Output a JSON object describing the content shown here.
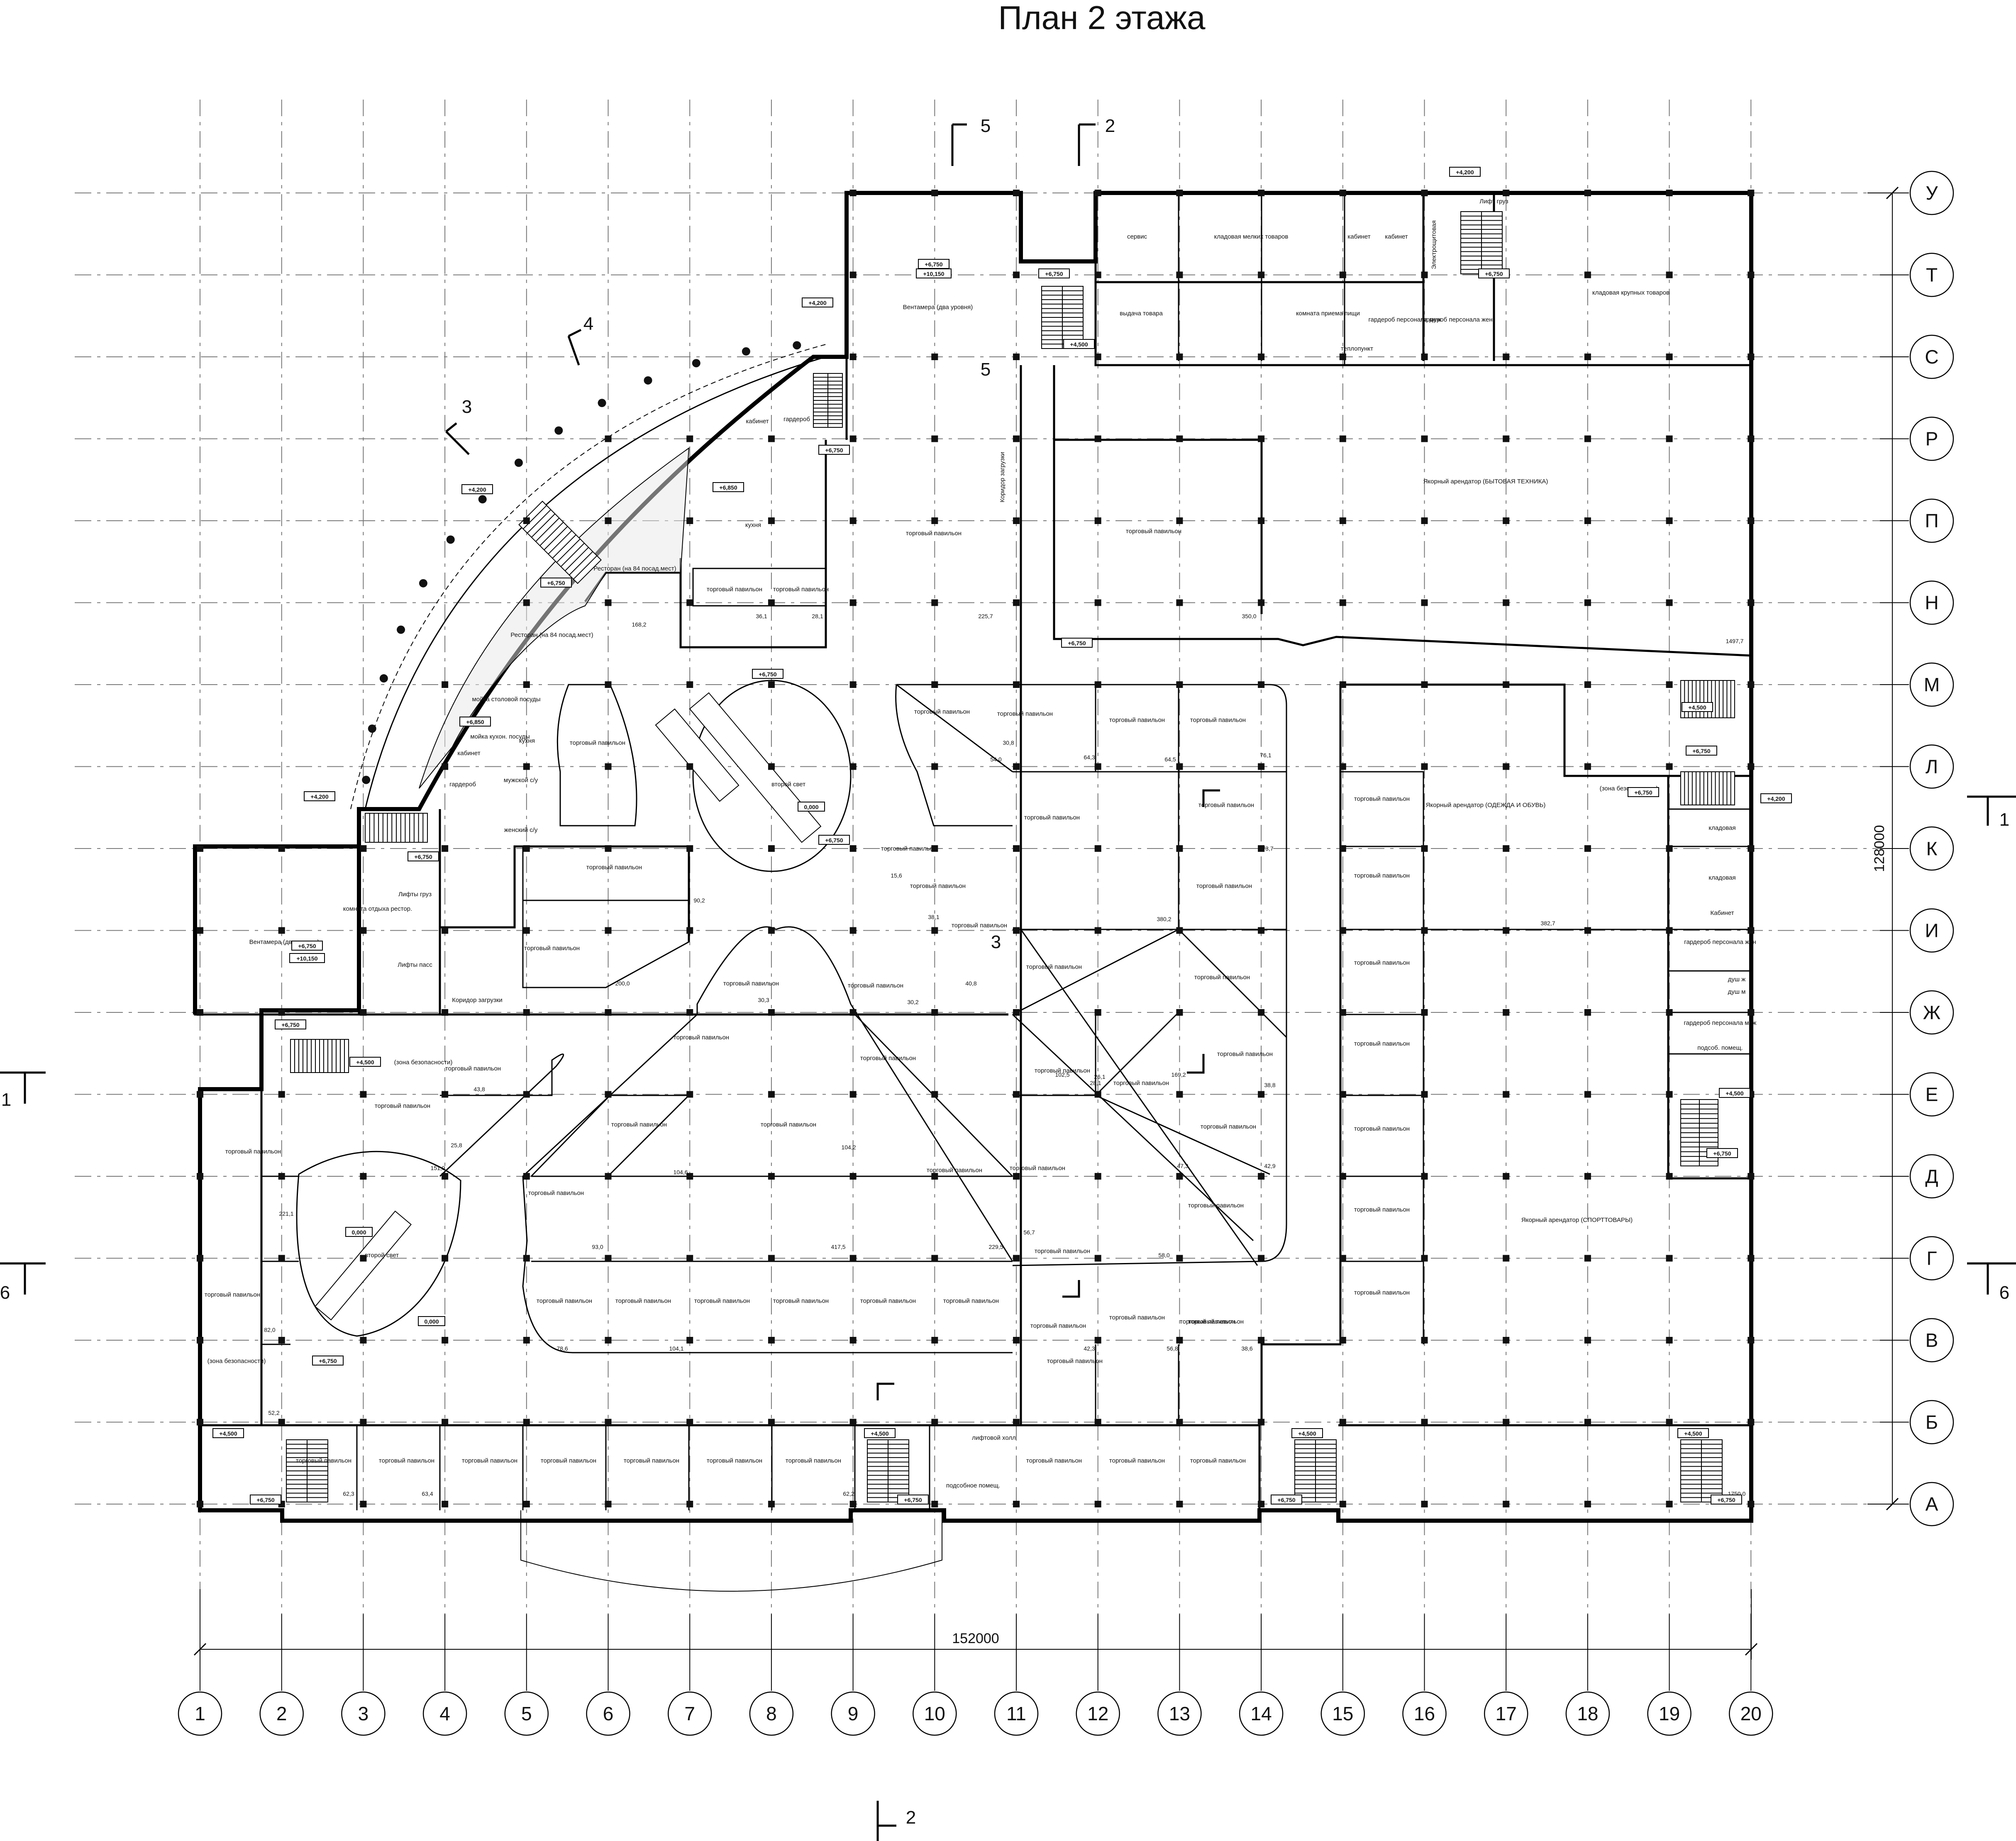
{
  "title": "План 2 этажа",
  "grid": {
    "columns": [
      "1",
      "2",
      "3",
      "4",
      "5",
      "6",
      "7",
      "8",
      "9",
      "10",
      "11",
      "12",
      "13",
      "14",
      "15",
      "16",
      "17",
      "18",
      "19",
      "20"
    ],
    "rows": [
      "У",
      "Т",
      "С",
      "Р",
      "П",
      "Н",
      "М",
      "Л",
      "К",
      "И",
      "Ж",
      "Е",
      "Д",
      "Г",
      "В",
      "Б",
      "А"
    ]
  },
  "dimensions": {
    "overall_width": "152000",
    "overall_height": "128000"
  },
  "sections": [
    {
      "id": "5",
      "label": "5"
    },
    {
      "id": "2-top",
      "label": "2"
    },
    {
      "id": "4",
      "label": "4"
    },
    {
      "id": "3",
      "label": "3"
    },
    {
      "id": "1-left",
      "label": "1"
    },
    {
      "id": "1-right",
      "label": "1"
    },
    {
      "id": "6-left",
      "label": "6"
    },
    {
      "id": "6-right",
      "label": "6"
    },
    {
      "id": "2-bottom",
      "label": "2"
    },
    {
      "id": "5-inner",
      "label": "5"
    },
    {
      "id": "3-inner",
      "label": "3"
    }
  ],
  "elevations": [
    "+4,200",
    "+6,750",
    "+4,500",
    "+10,150",
    "0,000",
    "+6,850"
  ],
  "rooms": [
    {
      "id": "vent-top",
      "label": "Вентамера (два уровня)",
      "marks": [
        "+6,750",
        "+10,150"
      ]
    },
    {
      "id": "vent-left",
      "label": "Вентамера (два уровня)",
      "marks": [
        "+6,750",
        "+10,150"
      ]
    },
    {
      "id": "service",
      "label": "сервис"
    },
    {
      "id": "small-storage",
      "label": "кладовая мелких товаров"
    },
    {
      "id": "office1",
      "label": "кабинет"
    },
    {
      "id": "office2",
      "label": "кабинет"
    },
    {
      "id": "electro",
      "label": "Электрощитовая"
    },
    {
      "id": "lift-freight-top",
      "label": "Лифт груз"
    },
    {
      "id": "large-storage",
      "label": "кладовая крупных товаров"
    },
    {
      "id": "issue",
      "label": "выдача товара"
    },
    {
      "id": "eating-room",
      "label": "комната приема пищи"
    },
    {
      "id": "heat",
      "label": "теплопункт"
    },
    {
      "id": "wardrobe-m-top",
      "label": "гардероб персонала муж"
    },
    {
      "id": "wardrobe-w-top",
      "label": "гардероб персонала жен"
    },
    {
      "id": "anchor-appliances",
      "label": "Якорный арендатор (БЫТОВАЯ ТЕХНИКА)"
    },
    {
      "id": "anchor-clothes",
      "label": "Якорный арендатор (ОДЕЖДА И ОБУВЬ)"
    },
    {
      "id": "anchor-sport",
      "label": "Якорный арендатор (СПОРТТОВАРЫ)"
    },
    {
      "id": "restaurant1",
      "label": "Ресторан (на 84 посад.мест)"
    },
    {
      "id": "restaurant2",
      "label": "Ресторан (на 84 посад.мест)"
    },
    {
      "id": "kitchen1",
      "label": "кухня"
    },
    {
      "id": "kitchen2",
      "label": "кухня"
    },
    {
      "id": "wardrobe1",
      "label": "гардероб"
    },
    {
      "id": "wardrobe2",
      "label": "гардероб"
    },
    {
      "id": "cabinet1",
      "label": "кабинет"
    },
    {
      "id": "cabinet2",
      "label": "кабинет"
    },
    {
      "id": "wash-dishes",
      "label": "мойка столовой посуды"
    },
    {
      "id": "wash-kitchen",
      "label": "мойка кухон. посуды"
    },
    {
      "id": "wc-m",
      "label": "мужской с/у"
    },
    {
      "id": "wc-w",
      "label": "женский с/у"
    },
    {
      "id": "light-well-1",
      "label": "второй свет",
      "mark": "0,000"
    },
    {
      "id": "light-well-2",
      "label": "второй свет",
      "mark": "0,000"
    },
    {
      "id": "lifts-freight",
      "label": "Лифты груз"
    },
    {
      "id": "lifts-pass",
      "label": "Лифты пасс"
    },
    {
      "id": "corridor-loading-1",
      "label": "Коридор загрузки"
    },
    {
      "id": "corridor-loading-2",
      "label": "Коридор загрузки"
    },
    {
      "id": "safety-1",
      "label": "(зона безопасности)"
    },
    {
      "id": "safety-2",
      "label": "(зона безопасности)"
    },
    {
      "id": "safety-3",
      "label": "(зона безопасности)"
    },
    {
      "id": "lift-hall",
      "label": "лифтовой холл"
    },
    {
      "id": "utility",
      "label": "подсобное помещ."
    },
    {
      "id": "storage-r1",
      "label": "кладовая"
    },
    {
      "id": "storage-r2",
      "label": "кладовая"
    },
    {
      "id": "office-r",
      "label": "Кабинет"
    },
    {
      "id": "wardrobe-w-r",
      "label": "гардероб персонала жен"
    },
    {
      "id": "wardrobe-m-r",
      "label": "гардероб персонала муж"
    },
    {
      "id": "shower-w",
      "label": "душ ж"
    },
    {
      "id": "shower-m",
      "label": "душ м"
    },
    {
      "id": "utility-r",
      "label": "подсоб. помещ."
    },
    {
      "id": "rest-staff",
      "label": "комната отдыха рестор."
    }
  ],
  "pavilion": {
    "label": "торговый павильон"
  },
  "areas": [
    "168,2",
    "36,1",
    "28,1",
    "225,7",
    "350,0",
    "1497,7",
    "54,0",
    "30,8",
    "64,3",
    "64,5",
    "76,1",
    "73,7",
    "380,2",
    "382,7",
    "90,2",
    "200,0",
    "30,3",
    "30,2",
    "102,5",
    "40,8",
    "26,1",
    "169,2",
    "38,8",
    "47,3",
    "42,9",
    "43,8",
    "25,8",
    "151,9",
    "221,1",
    "82,0",
    "52,2",
    "93,0",
    "417,5",
    "229,5",
    "56,7",
    "58,0",
    "78,6",
    "104,1",
    "42,3",
    "56,8",
    "38,6",
    "62,3",
    "63,4",
    "62,2",
    "1750,0",
    "104,2",
    "104,6",
    "28,1",
    "15,6",
    "38,1"
  ]
}
